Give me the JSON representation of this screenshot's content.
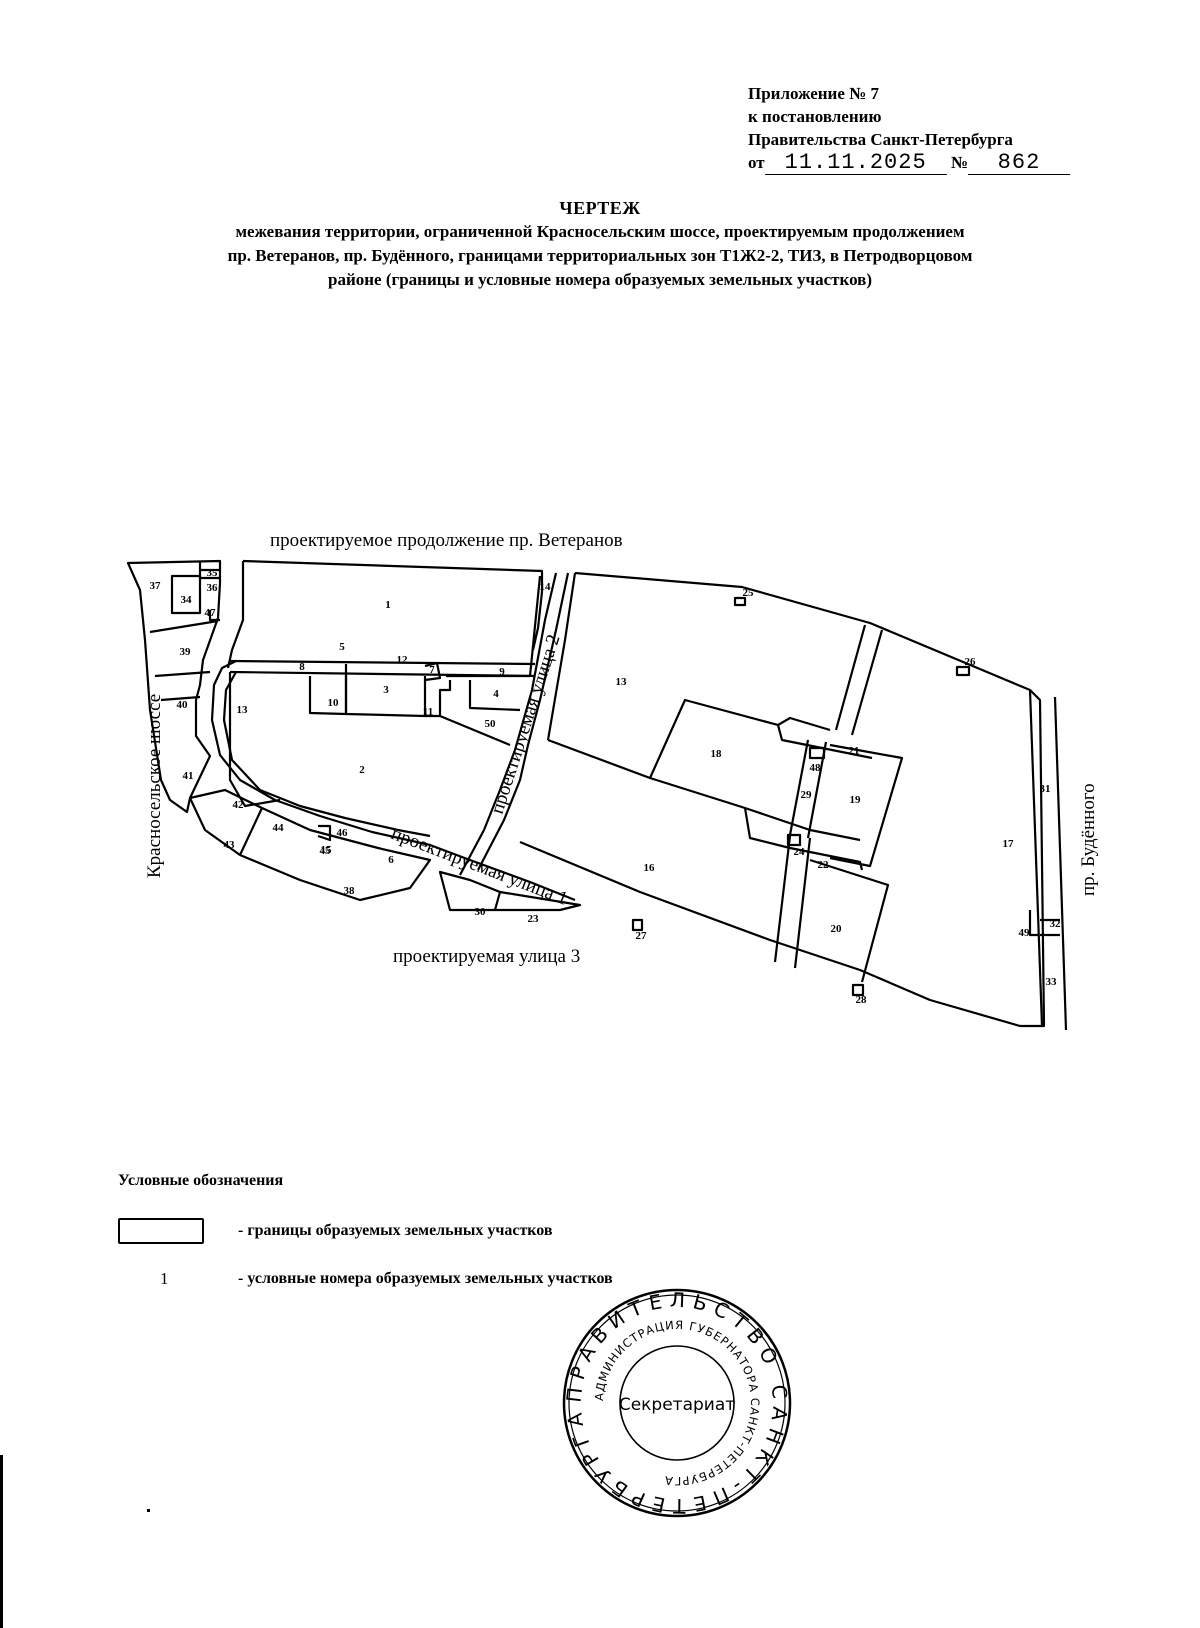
{
  "annex": {
    "line1": "Приложение № 7",
    "line2": "к постановлению",
    "line3": "Правительства Санкт-Петербурга",
    "date_prefix": "от",
    "date": "11.11.2025",
    "number_prefix": "№",
    "number": "862"
  },
  "title": {
    "main": "ЧЕРТЕЖ",
    "line1": "межевания территории, ограниченной Красносельским шоссе, проектируемым продолжением",
    "line2": "пр. Ветеранов, пр. Будённого, границами территориальных зон Т1Ж2-2, ТИЗ, в Петродворцовом",
    "line3": "районе (границы и условные номера образуемых земельных участков)"
  },
  "map": {
    "street_labels": {
      "veteranov": "проектируемое продолжение пр. Ветеранов",
      "krasnoselskoe": "Красносельское шоссе",
      "street1": "проектируемая улица 1",
      "street2": "проектируемая улица 2",
      "street3": "проектируемая улица 3",
      "budennogo": "пр. Будённого"
    },
    "parcels": [
      "1",
      "2",
      "3",
      "4",
      "5",
      "6",
      "7",
      "8",
      "9",
      "10",
      "11",
      "12",
      "13",
      "13",
      "14",
      "15",
      "16",
      "17",
      "18",
      "19",
      "20",
      "21",
      "22",
      "23",
      "24",
      "25",
      "26",
      "27",
      "28",
      "29",
      "30",
      "31",
      "32",
      "33",
      "34",
      "35",
      "36",
      "37",
      "38",
      "39",
      "40",
      "41",
      "42",
      "43",
      "44",
      "45",
      "46",
      "47",
      "48",
      "49",
      "50"
    ],
    "line_color": "#000000"
  },
  "legend": {
    "heading": "Условные обозначения",
    "items": [
      {
        "symbol": "rectangle",
        "text": "- границы образуемых земельных участков"
      },
      {
        "symbol": "1",
        "text": "- условные номера образуемых земельных участков"
      }
    ]
  },
  "stamp": {
    "outer_text": "ПРАВИТЕЛЬСТВО САНКТ-ПЕТЕРБУРГА",
    "inner_text": "АДМИНИСТРАЦИЯ ГУБЕРНАТОРА САНКТ-ПЕТЕРБУРГА",
    "center": "Секретариат"
  }
}
